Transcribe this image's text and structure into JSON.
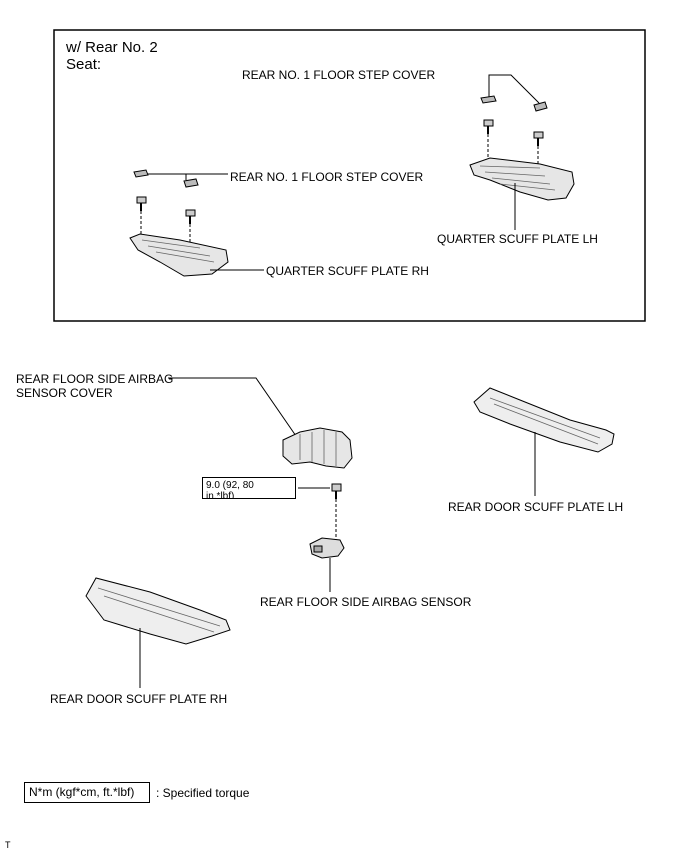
{
  "inset": {
    "title": "w/ Rear No. 2\nSeat:"
  },
  "labels": {
    "floor_step_cover_top": "REAR NO. 1 FLOOR STEP COVER",
    "floor_step_cover_left": "REAR NO. 1 FLOOR STEP COVER",
    "quarter_scuff_lh": "QUARTER SCUFF PLATE LH",
    "quarter_scuff_rh": "QUARTER SCUFF PLATE RH",
    "airbag_sensor_cover": "REAR FLOOR SIDE AIRBAG\nSENSOR COVER",
    "door_scuff_lh": "REAR DOOR SCUFF PLATE LH",
    "airbag_sensor": "REAR FLOOR SIDE AIRBAG SENSOR",
    "door_scuff_rh": "REAR DOOR SCUFF PLATE RH"
  },
  "torque": {
    "value": "9.0 (92, 80\nin.*lbf)"
  },
  "legend": {
    "box": "N*m (kgf*cm, ft.*lbf)",
    "text": ": Specified torque"
  },
  "corner_mark": "T"
}
